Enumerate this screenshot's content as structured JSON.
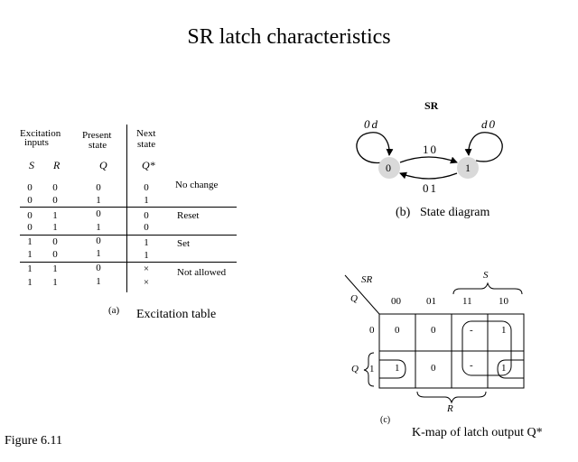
{
  "title": "SR latch characteristics",
  "figure_label": "Figure 6.11",
  "excitation_table": {
    "headers": {
      "excitation": "Excitation",
      "inputs": "inputs",
      "present": "Present",
      "present_state": "state",
      "next": "Next",
      "next_state": "state",
      "s": "S",
      "r": "R",
      "q": "Q",
      "qstar": "Q*"
    },
    "rows": [
      {
        "s": "0",
        "r": "0",
        "q": "0",
        "qn": "0"
      },
      {
        "s": "0",
        "r": "0",
        "q": "1",
        "qn": "1"
      },
      {
        "s": "0",
        "r": "1",
        "q": "0",
        "qn": "0"
      },
      {
        "s": "0",
        "r": "1",
        "q": "1",
        "qn": "0"
      },
      {
        "s": "1",
        "r": "0",
        "q": "0",
        "qn": "1"
      },
      {
        "s": "1",
        "r": "0",
        "q": "1",
        "qn": "1"
      },
      {
        "s": "1",
        "r": "1",
        "q": "0",
        "qn": "×"
      },
      {
        "s": "1",
        "r": "1",
        "q": "1",
        "qn": "×"
      }
    ],
    "notes": [
      "No change",
      "Reset",
      "Set",
      "Not allowed"
    ],
    "caption_letter": "(a)",
    "caption": "Excitation table"
  },
  "state_diagram": {
    "header": "SR",
    "states": [
      "0",
      "1"
    ],
    "self_loop_0": "0d",
    "self_loop_1": "d0",
    "edge_0_to_1": "10",
    "edge_1_to_0": "01",
    "caption_letter": "(b)",
    "caption": "State diagram"
  },
  "kmap": {
    "var_sr": "SR",
    "var_q": "Q",
    "col_headers": [
      "00",
      "01",
      "11",
      "10"
    ],
    "row_headers": [
      "0",
      "1"
    ],
    "cells": [
      [
        "0",
        "0",
        "-",
        "1"
      ],
      [
        "1",
        "0",
        "-",
        "1"
      ]
    ],
    "group_s": "S",
    "group_r": "R",
    "group_q": "Q",
    "caption_letter": "(c)",
    "caption": "K-map of latch output Q*"
  }
}
